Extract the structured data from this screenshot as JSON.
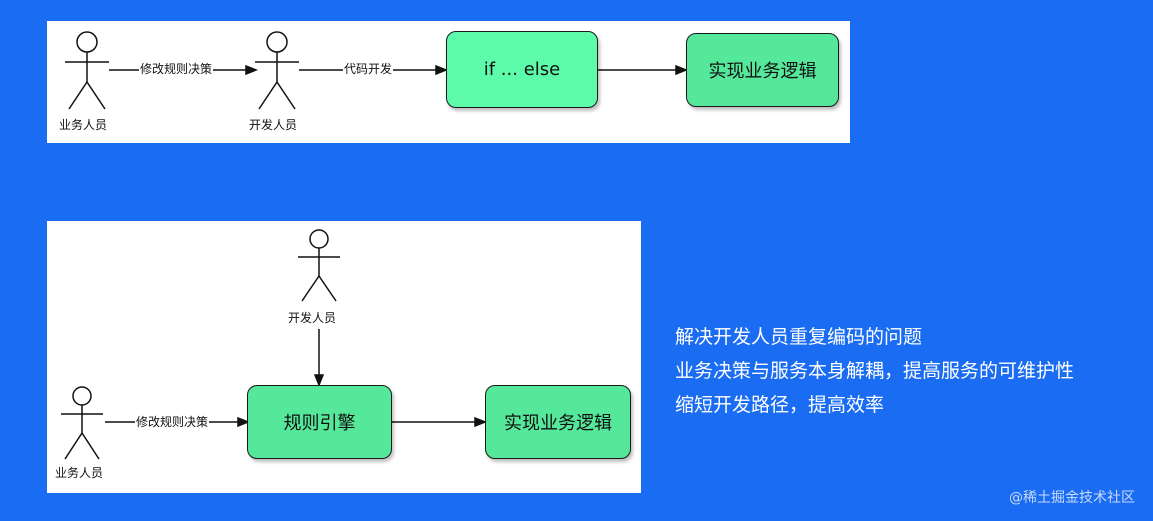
{
  "top_diagram": {
    "actor_business": "业务人员",
    "actor_developer": "开发人员",
    "edge_modify_rules": "修改规则决策",
    "edge_code_dev": "代码开发",
    "box_if_else": "if ... else",
    "box_business_logic": "实现业务逻辑"
  },
  "bottom_diagram": {
    "actor_developer": "开发人员",
    "actor_business": "业务人员",
    "edge_modify_rules": "修改规则决策",
    "box_rule_engine": "规则引擎",
    "box_business_logic": "实现业务逻辑"
  },
  "notes": [
    "解决开发人员重复编码的问题",
    "业务决策与服务本身解耦，提高服务的可维护性",
    "缩短开发路径，提高效率"
  ],
  "footer": "@稀土掘金技术社区",
  "colors": {
    "background": "#1a6cf2",
    "box_fill": "#5dfcaa"
  }
}
